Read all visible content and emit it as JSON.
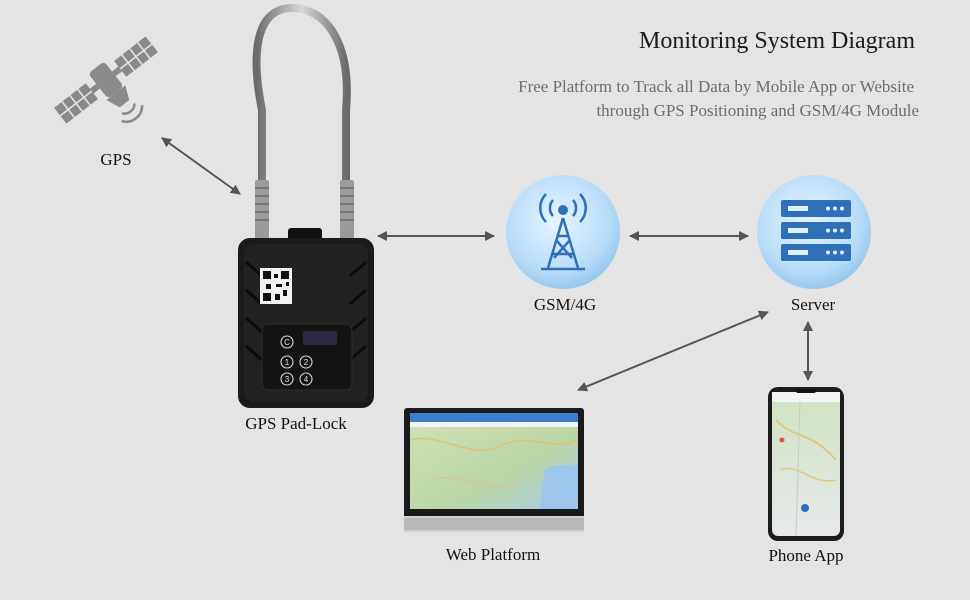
{
  "title": "Monitoring System Diagram",
  "subtitle_line1": "Free Platform to Track all Data by Mobile App or Website",
  "subtitle_line2": "through GPS Positioning and GSM/4G Module",
  "nodes": {
    "gps": "GPS",
    "padlock": "GPS Pad-Lock",
    "gsm": "GSM/4G",
    "server": "Server",
    "web": "Web Platform",
    "phone": "Phone App"
  },
  "keypad": {
    "clear": "C",
    "keys": [
      "1",
      "2",
      "3",
      "4"
    ]
  },
  "colors": {
    "background": "#e4e4e4",
    "arrow": "#555555",
    "circle_fill": "#a9d4f5",
    "icon_blue": "#2f6fb8"
  }
}
